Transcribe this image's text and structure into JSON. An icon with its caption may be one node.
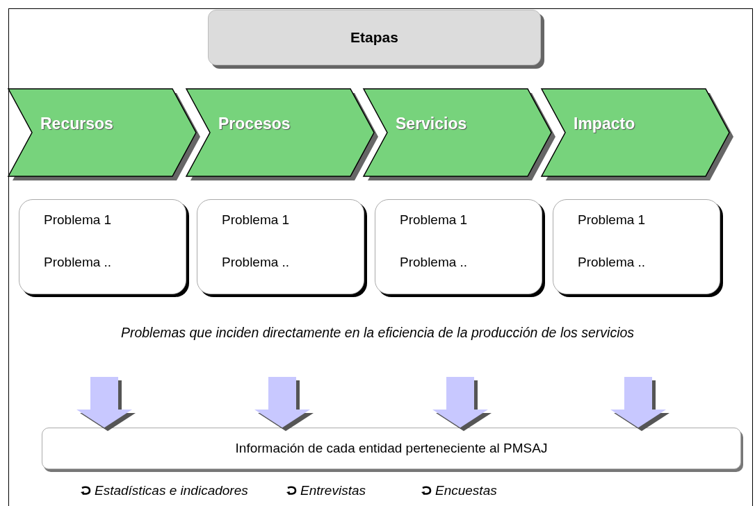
{
  "diagram": {
    "nodes": [
      {
        "text": [
          "Etapas"
        ]
      },
      {
        "text": [
          "Recursos"
        ]
      },
      {
        "text": [
          "Procesos"
        ]
      },
      {
        "text": [
          "Servicios"
        ]
      },
      {
        "text": [
          "Impacto"
        ]
      },
      {
        "text": [
          "Problema 1",
          "Problema .."
        ]
      },
      {
        "text": [
          "Problema 1",
          "Problema .."
        ]
      },
      {
        "text": [
          "Problema 1",
          "Problema .."
        ]
      },
      {
        "text": [
          "Problema 1",
          "Problema .."
        ]
      },
      {
        "text": [
          "Información de cada entidad perteneciente al PMSAJ"
        ]
      }
    ],
    "edges": [
      {
        "from": null,
        "to": 9,
        "arrow": "to"
      },
      {
        "from": null,
        "to": 9,
        "arrow": "to"
      },
      {
        "from": null,
        "to": 9,
        "arrow": "to"
      },
      {
        "from": null,
        "to": 9,
        "arrow": "to"
      }
    ],
    "labels": [
      "Problemas que inciden directamente en la eficiencia de la producción de los servicios",
      "Estadísticas e indicadores",
      "Entrevistas",
      "Encuestas"
    ]
  }
}
